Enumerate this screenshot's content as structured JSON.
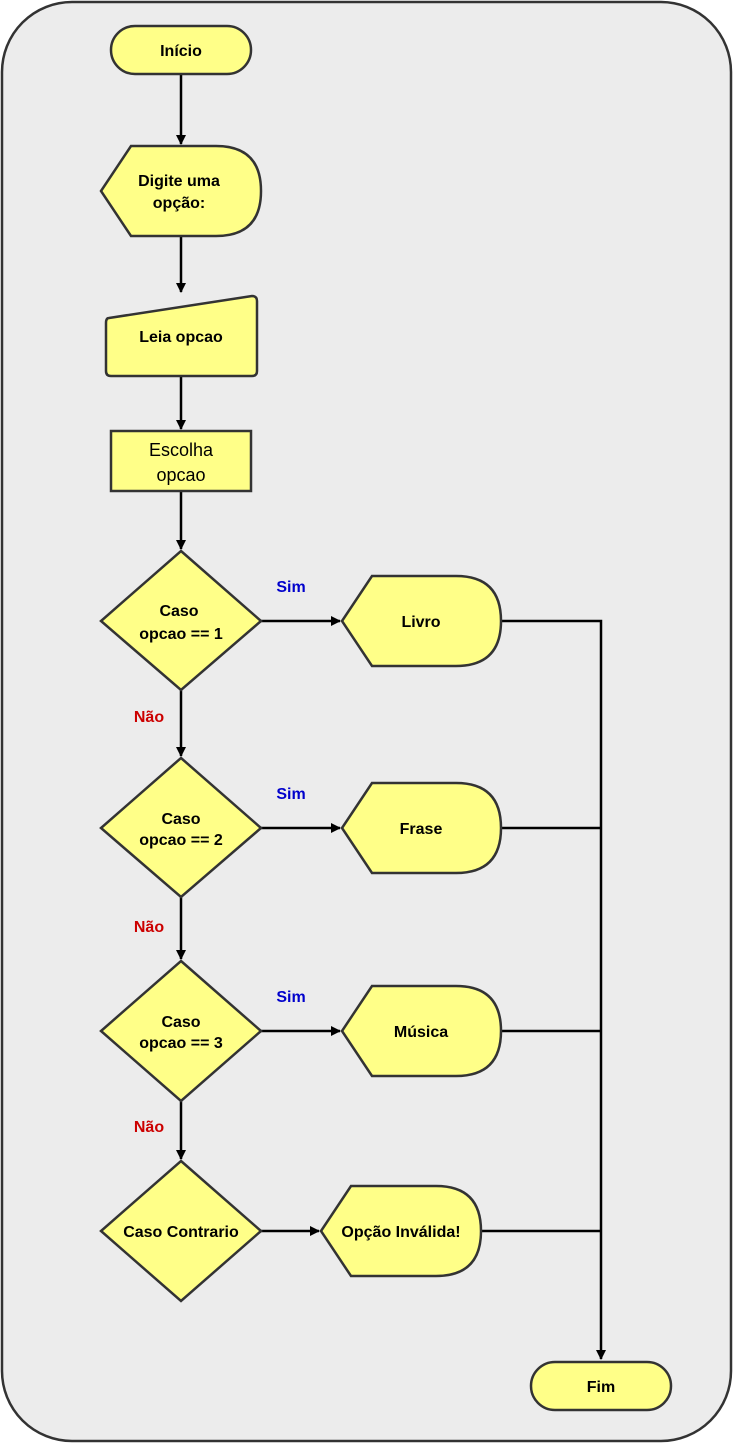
{
  "colors": {
    "background": "#ececec",
    "frame_stroke": "#333333",
    "node_fill": "#ffff88",
    "node_stroke": "#333333",
    "edge": "#000000",
    "yes_label": "#0000cc",
    "no_label": "#cc0000"
  },
  "nodes": {
    "start": "Início",
    "prompt": [
      "Digite uma",
      "opção:"
    ],
    "read": "Leia opcao",
    "switch": [
      "Escolha",
      "opcao"
    ],
    "case1": [
      "Caso",
      "opcao == 1"
    ],
    "case2": [
      "Caso",
      "opcao == 2"
    ],
    "case3": [
      "Caso",
      "opcao == 3"
    ],
    "default": "Caso Contrario",
    "out1": "Livro",
    "out2": "Frase",
    "out3": "Música",
    "out4": "Opção Inválida!",
    "end": "Fim"
  },
  "edge_labels": {
    "yes1": "Sim",
    "yes2": "Sim",
    "yes3": "Sim",
    "no1": "Não",
    "no2": "Não",
    "no3": "Não"
  }
}
